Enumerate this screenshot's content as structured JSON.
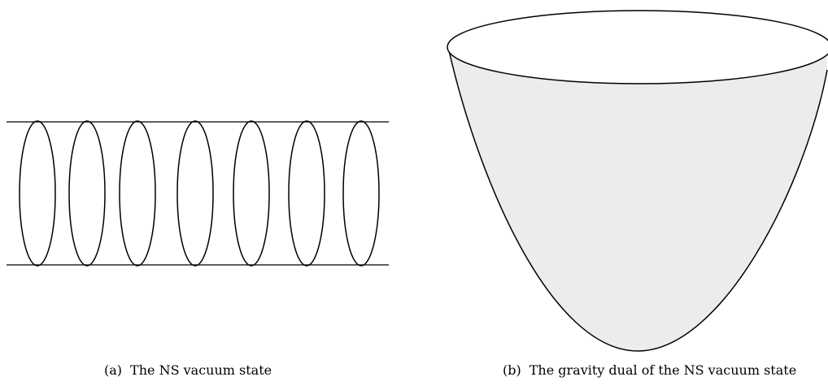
{
  "panel_a": {
    "label": "(a)",
    "caption": "The NS vacuum state"
  },
  "panel_b": {
    "label": "(b)",
    "caption": "The gravity dual of the NS vacuum state"
  },
  "colors": {
    "stroke": "#000000",
    "bowl_fill": "#ececec",
    "background": "#ffffff"
  }
}
